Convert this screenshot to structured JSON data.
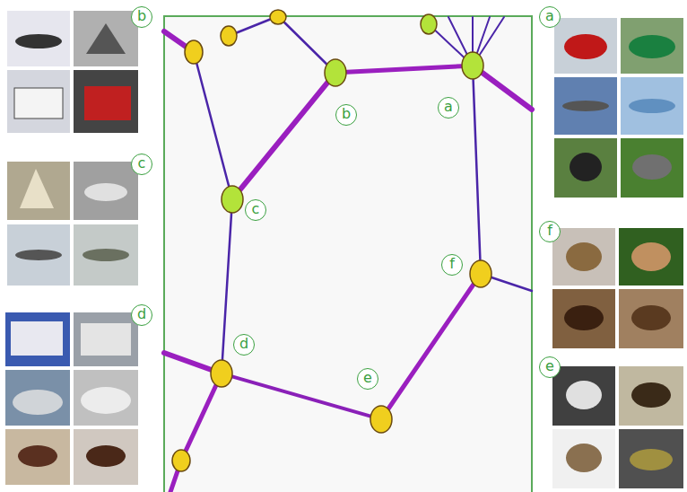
{
  "diagram": {
    "nodes": [
      {
        "text": [
          "a"
        ]
      },
      {
        "text": [
          "b"
        ]
      },
      {
        "text": [
          "c"
        ]
      },
      {
        "text": [
          "f"
        ]
      },
      {
        "text": [
          "d"
        ]
      },
      {
        "text": [
          "e"
        ]
      }
    ],
    "edges": [
      {
        "from": 1,
        "to": 0,
        "arrow": "none"
      },
      {
        "from": 1,
        "to": 2,
        "arrow": "none"
      },
      {
        "from": 0,
        "to": 3,
        "arrow": "none"
      },
      {
        "from": 2,
        "to": 4,
        "arrow": "none"
      },
      {
        "from": 4,
        "to": 5,
        "arrow": "none"
      },
      {
        "from": 5,
        "to": 3,
        "arrow": "none"
      }
    ],
    "labels": [
      "b",
      "c",
      "d",
      "a",
      "f",
      "e"
    ]
  }
}
